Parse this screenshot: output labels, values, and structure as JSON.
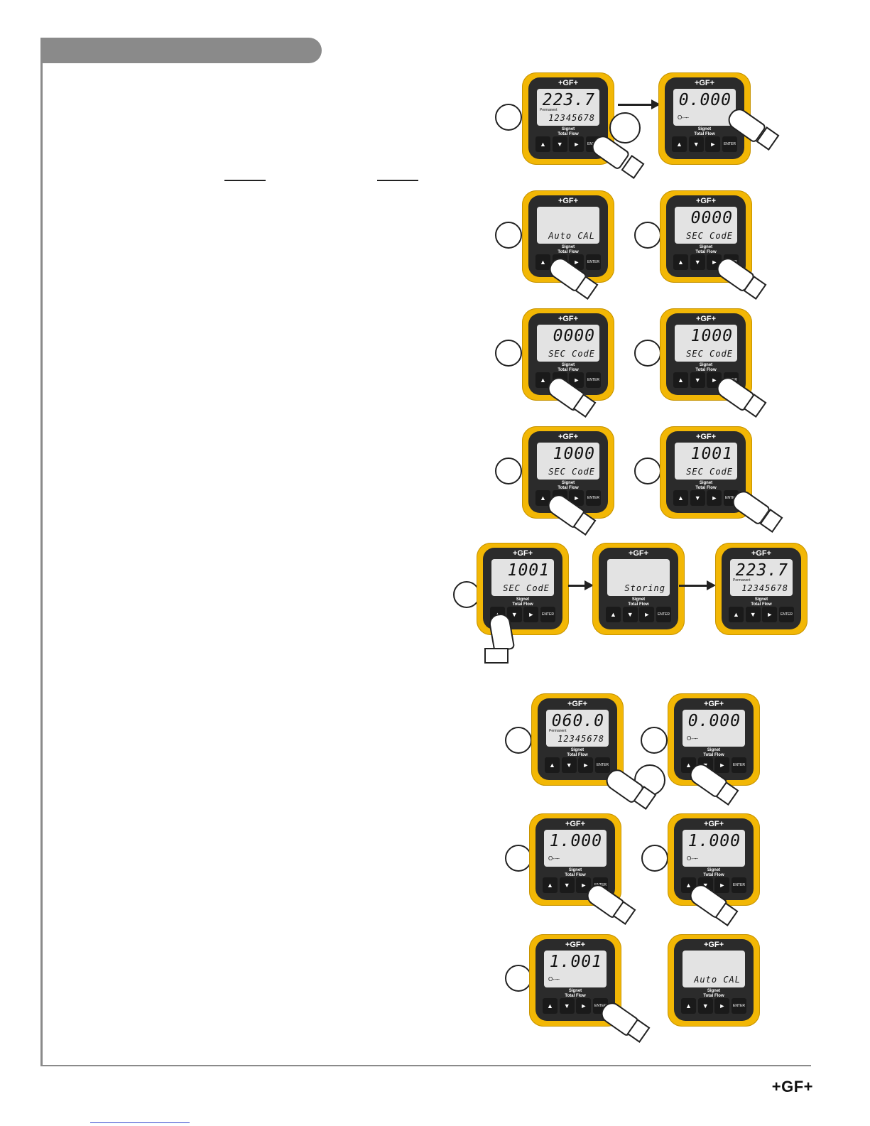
{
  "footer": {
    "logo": "+GF+"
  },
  "device_text": {
    "logo": "+GF+",
    "brand_line1": "Signet",
    "brand_line2": "Total Flow",
    "permanent_label": "Permanent",
    "enter_label": "ENTER",
    "up_symbol": "▲",
    "down_symbol": "▼",
    "right_symbol": "►",
    "key_symbol": "O-ᅮ"
  },
  "devices": [
    {
      "id": "d1",
      "main": "223.7",
      "sub": "12345678",
      "permanent": true,
      "key": false
    },
    {
      "id": "d2",
      "main": "0.000",
      "sub": "",
      "permanent": false,
      "key": true
    },
    {
      "id": "d3",
      "main": "",
      "sub": "Auto CAL",
      "permanent": false,
      "key": false
    },
    {
      "id": "d4",
      "main": "0000",
      "sub": "SEC CodE",
      "permanent": false,
      "key": false
    },
    {
      "id": "d5",
      "main": "0000",
      "sub": "SEC CodE",
      "permanent": false,
      "key": false
    },
    {
      "id": "d6",
      "main": "1000",
      "sub": "SEC CodE",
      "permanent": false,
      "key": false
    },
    {
      "id": "d7",
      "main": "1000",
      "sub": "SEC CodE",
      "permanent": false,
      "key": false
    },
    {
      "id": "d8",
      "main": "1001",
      "sub": "SEC CodE",
      "permanent": false,
      "key": false
    },
    {
      "id": "d9",
      "main": "1001",
      "sub": "SEC CodE",
      "permanent": false,
      "key": false
    },
    {
      "id": "d10",
      "main": "",
      "sub": "Storing",
      "permanent": false,
      "key": false
    },
    {
      "id": "d11",
      "main": "223.7",
      "sub": "12345678",
      "permanent": true,
      "key": false
    },
    {
      "id": "d12",
      "main": "060.0",
      "sub": "12345678",
      "permanent": true,
      "key": false
    },
    {
      "id": "d13",
      "main": "0.000",
      "sub": "",
      "permanent": false,
      "key": true
    },
    {
      "id": "d14",
      "main": "1.000",
      "sub": "",
      "permanent": false,
      "key": true
    },
    {
      "id": "d15",
      "main": "1.000",
      "sub": "",
      "permanent": false,
      "key": true
    },
    {
      "id": "d16",
      "main": "1.001",
      "sub": "",
      "permanent": false,
      "key": true
    },
    {
      "id": "d17",
      "main": "",
      "sub": "Auto CAL",
      "permanent": false,
      "key": false
    }
  ]
}
